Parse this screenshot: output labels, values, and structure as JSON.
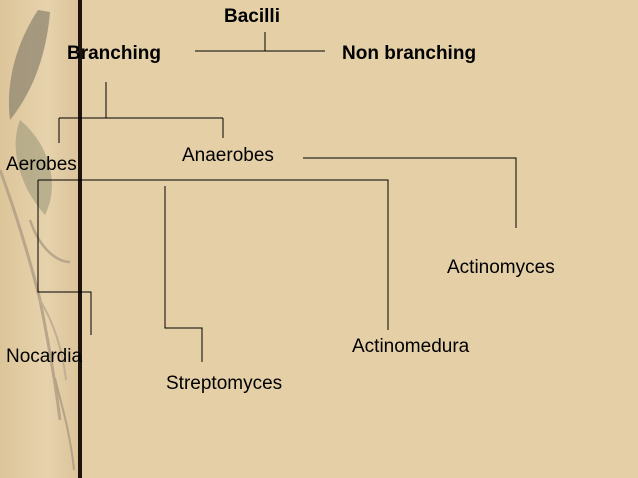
{
  "diagram": {
    "root": "Bacilli",
    "branches": {
      "branching": "Branching",
      "non_branching": "Non branching"
    },
    "groups": {
      "aerobes": "Aerobes",
      "anaerobes": "Anaerobes"
    },
    "genera": {
      "nocardia": "Nocardia",
      "streptomyces": "Streptomyces",
      "actinomedura": "Actinomedura",
      "actinomyces": "Actinomyces"
    }
  },
  "colors": {
    "background": "#e4cfa7",
    "line": "#000000",
    "divider": "#1c140c"
  }
}
